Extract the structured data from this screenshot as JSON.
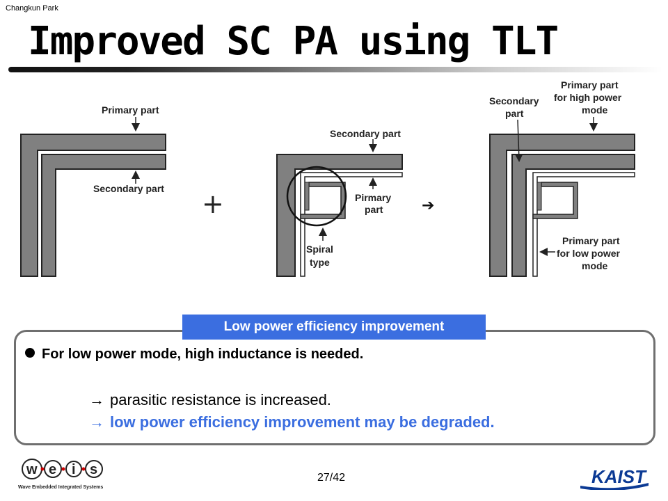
{
  "slide": {
    "author": "Changkun Park",
    "title": "Improved SC PA using TLT",
    "page_number": "27/42"
  },
  "diagram": {
    "left": {
      "primary_label": "Primary part",
      "secondary_label": "Secondary part"
    },
    "plus_symbol": "+",
    "middle": {
      "secondary_label": "Secondary part",
      "primary_label_line1": "Pirmary",
      "primary_label_line2": "part",
      "spiral_label_line1": "Spiral",
      "spiral_label_line2": "type"
    },
    "arrow_symbol": "➔",
    "right": {
      "secondary_label_line1": "Secondary",
      "secondary_label_line2": "part",
      "primary_high_line1": "Primary part",
      "primary_high_line2": "for high power",
      "primary_high_line3": "mode",
      "primary_low_line1": "Primary part",
      "primary_low_line2": "for low power",
      "primary_low_line3": "mode"
    }
  },
  "summary": {
    "header": "Low power efficiency improvement",
    "bullet": "For low power mode, high inductance is needed.",
    "arrow": "→",
    "line1": "parasitic resistance is increased.",
    "line2": "low power efficiency improvement may be degraded."
  },
  "logos": {
    "weis_letters": [
      "w",
      "e",
      "i",
      "s"
    ],
    "weis_caption": "Wave Embedded Integrated Systems",
    "kaist_text": "KAIST"
  },
  "colors": {
    "accent_blue": "#3b6ee0",
    "metal_gray": "#808080",
    "box_border": "#6f6f6f"
  }
}
